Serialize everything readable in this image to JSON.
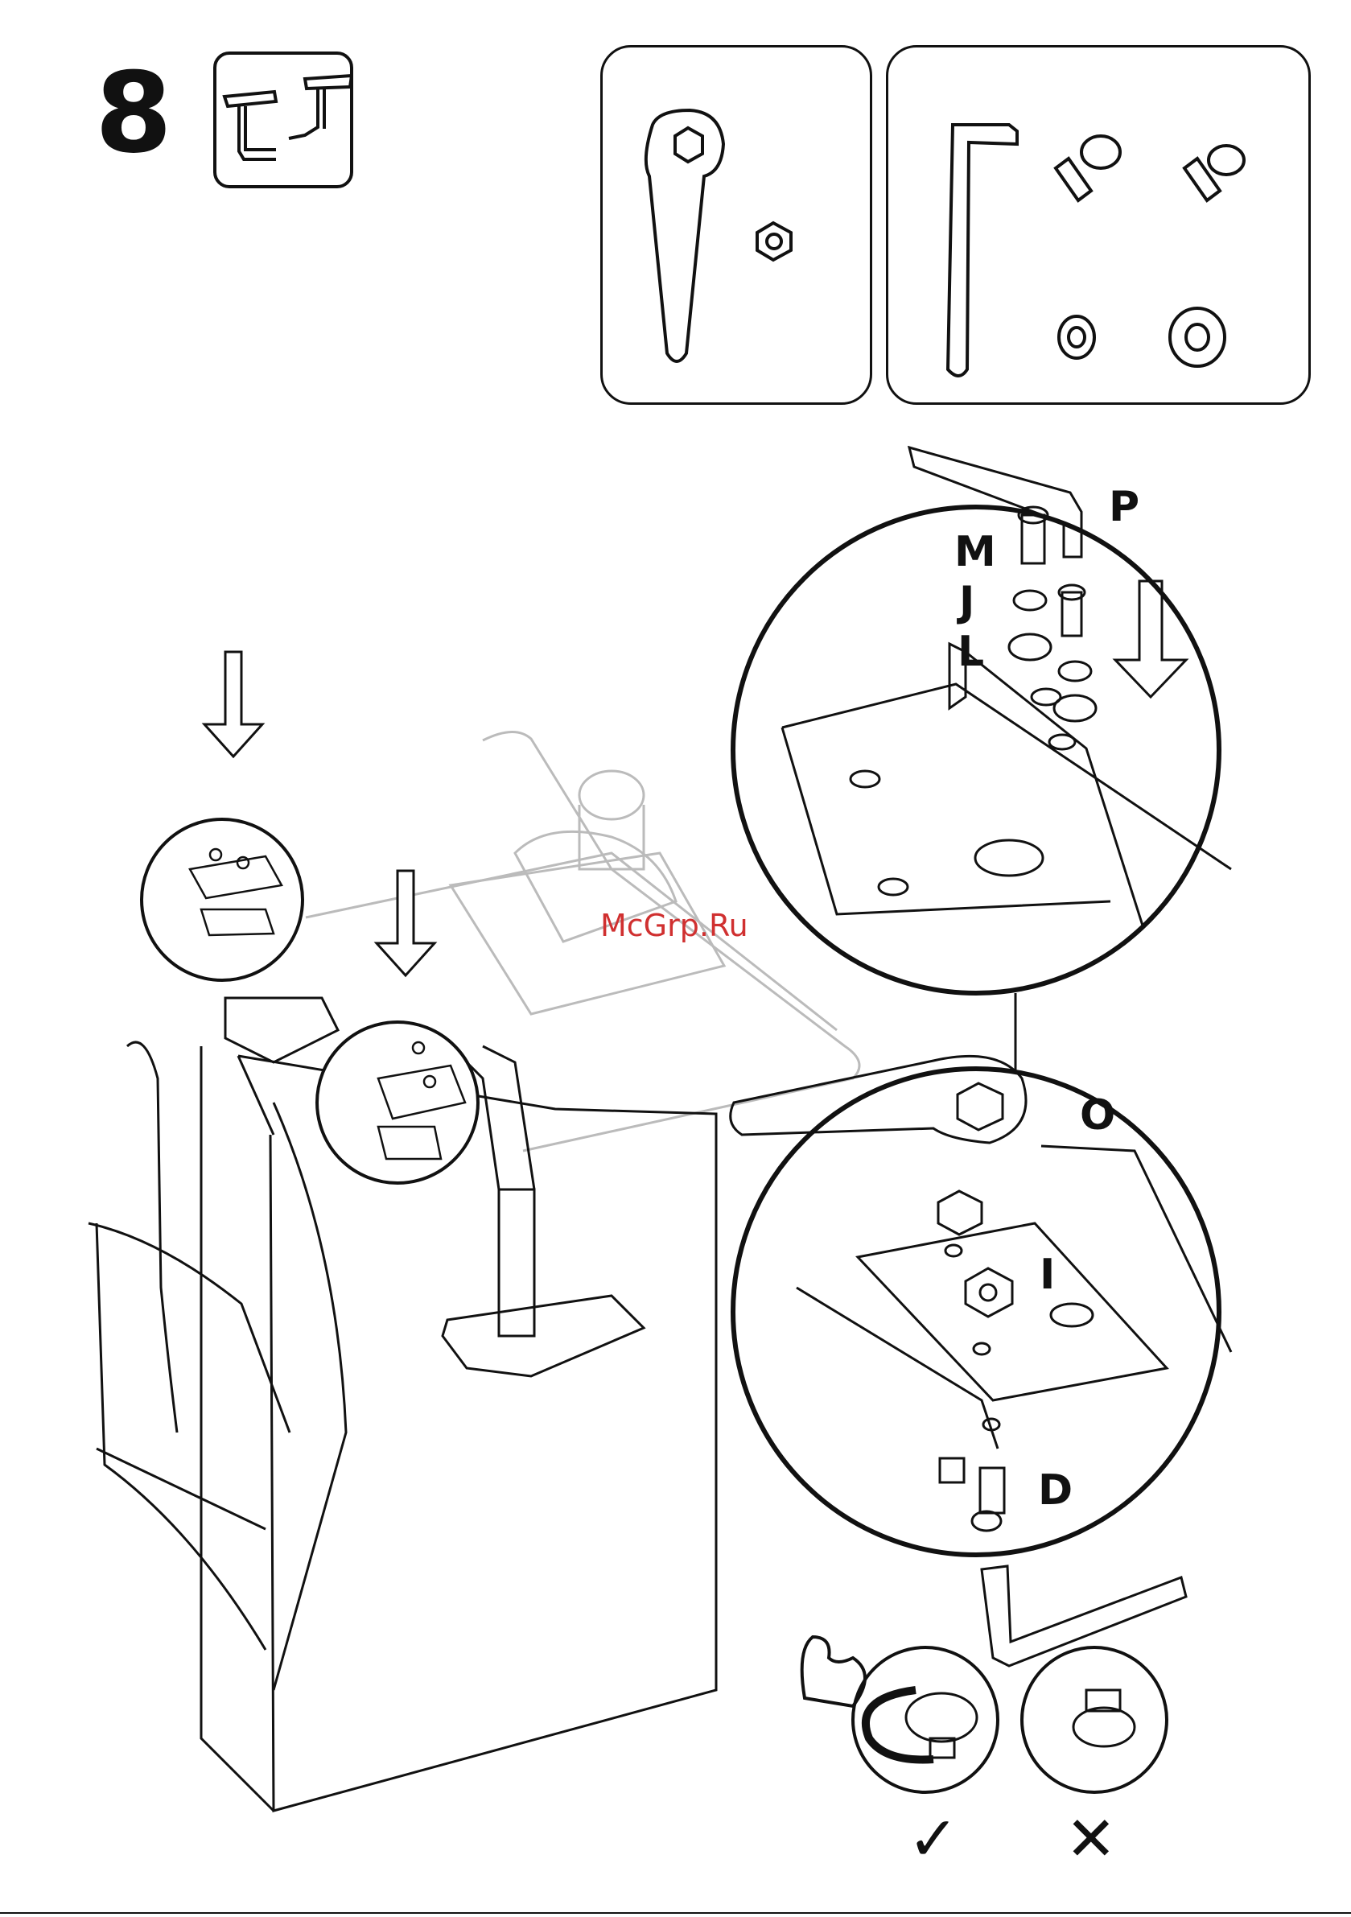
{
  "step": {
    "number": "8"
  },
  "callouts": {
    "upper": [
      "P",
      "M",
      "J",
      "L"
    ],
    "lower": [
      "O",
      "I",
      "D"
    ]
  },
  "result": {
    "correct": "✓",
    "incorrect": "✕"
  },
  "watermark": "McGrp.Ru",
  "colors": {
    "ink": "#111111",
    "faded": "#bbbbbb",
    "watermark": "#d03030"
  },
  "icons": [
    "chair-armrest-icon",
    "wrench-icon",
    "nut-icon",
    "allen-key-icon",
    "bolt-icon",
    "spring-washer-icon",
    "flat-washer-icon",
    "down-arrow-icon",
    "rotate-arrow-icon",
    "arm-strength-icon",
    "checkmark-icon",
    "cross-icon"
  ]
}
